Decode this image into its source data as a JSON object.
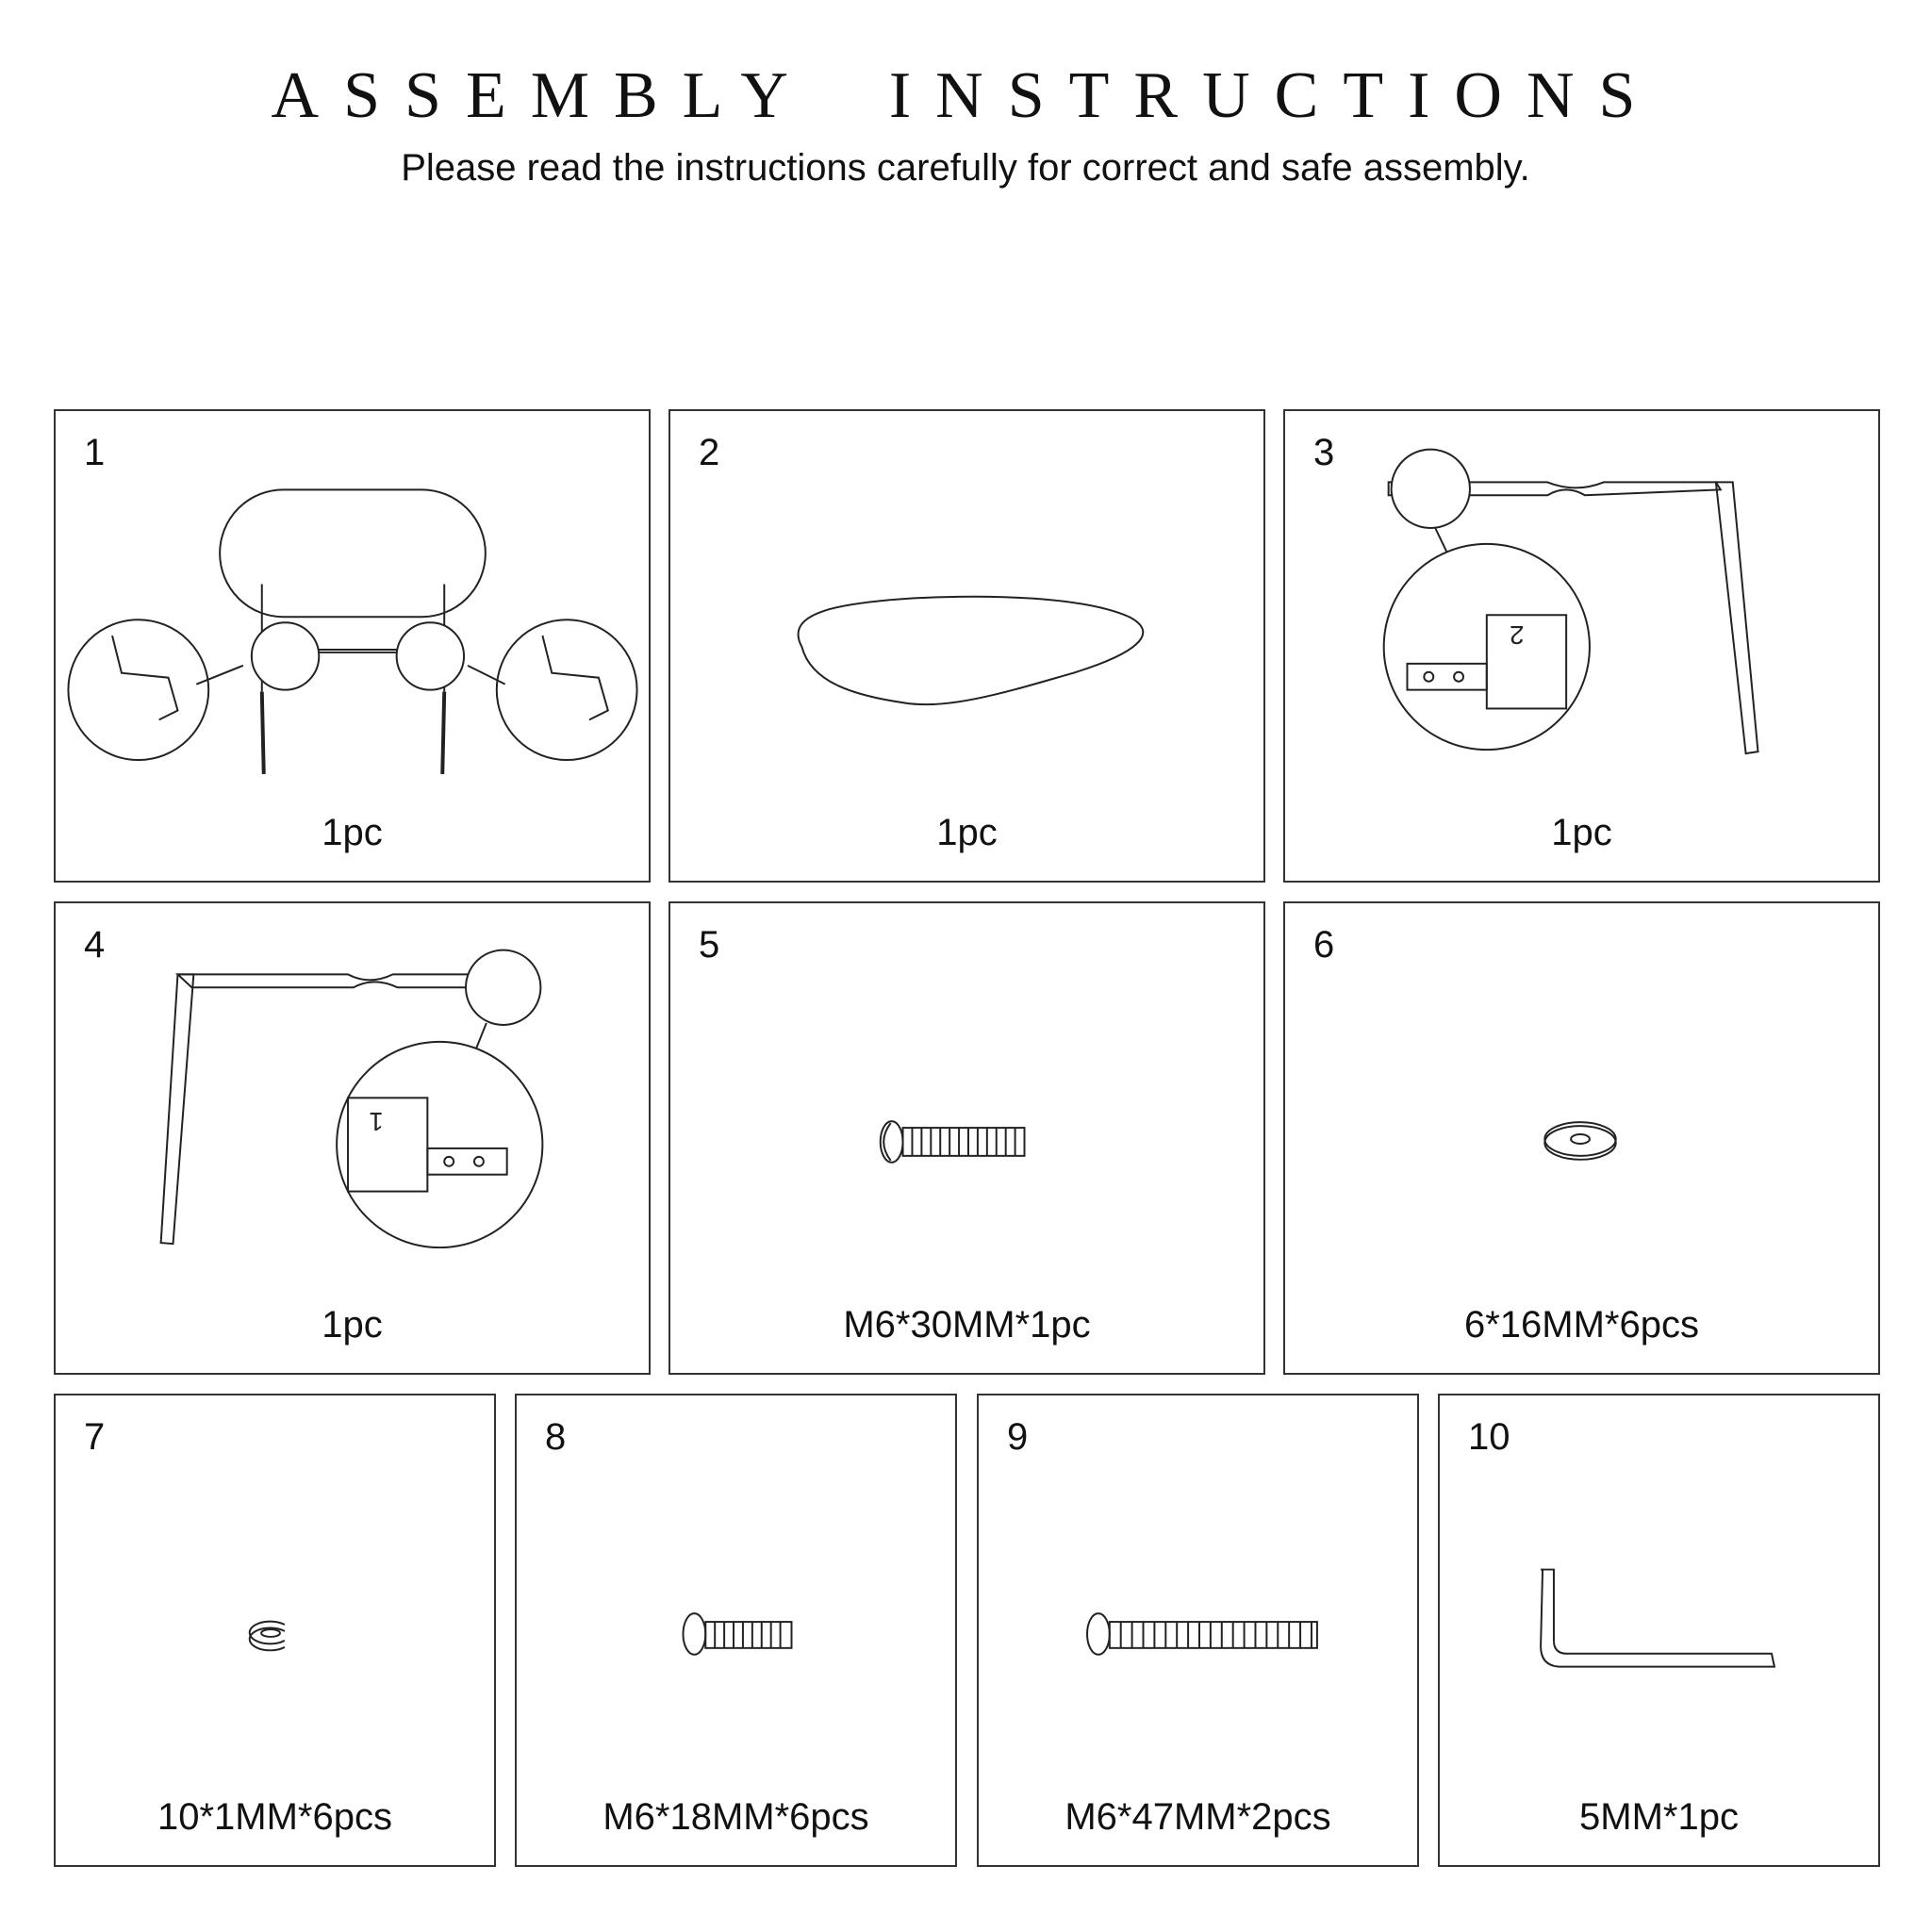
{
  "header": {
    "title": "ASSEMBLY INSTRUCTIONS",
    "subtitle": "Please read the instructions carefully for correct and safe assembly."
  },
  "parts": [
    {
      "number": "1",
      "quantity": "1pc",
      "illustration": "chair-back-frame"
    },
    {
      "number": "2",
      "quantity": "1pc",
      "illustration": "seat-cushion"
    },
    {
      "number": "3",
      "quantity": "1pc",
      "illustration": "leg-frame-2"
    },
    {
      "number": "4",
      "quantity": "1pc",
      "illustration": "leg-frame-1"
    },
    {
      "number": "5",
      "quantity": "M6*30MM*1pc",
      "illustration": "bolt-icon"
    },
    {
      "number": "6",
      "quantity": "6*16MM*6pcs",
      "illustration": "flat-washer-icon"
    },
    {
      "number": "7",
      "quantity": "10*1MM*6pcs",
      "illustration": "spring-washer-icon"
    },
    {
      "number": "8",
      "quantity": "M6*18MM*6pcs",
      "illustration": "bolt-icon"
    },
    {
      "number": "9",
      "quantity": "M6*47MM*2pcs",
      "illustration": "bolt-icon"
    },
    {
      "number": "10",
      "quantity": "5MM*1pc",
      "illustration": "allen-key-icon"
    }
  ],
  "labels": {
    "frame_mark_1": "1",
    "frame_mark_2": "2"
  }
}
